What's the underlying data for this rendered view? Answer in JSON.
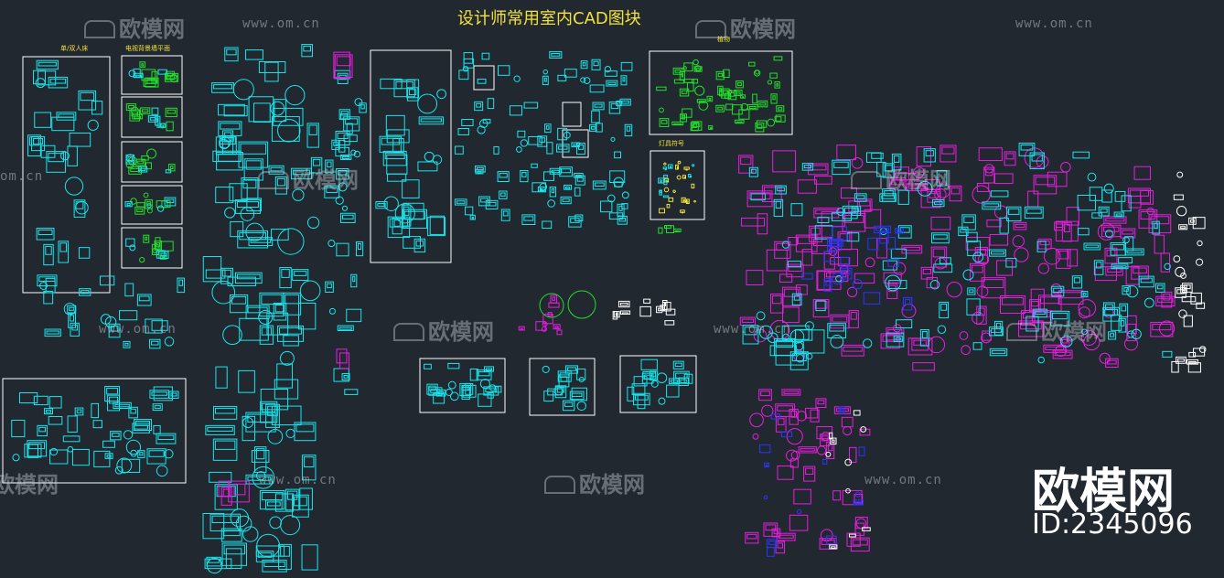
{
  "title": "设计师常用室内CAD图块",
  "labels": {
    "single_double_bed": "单/双人床",
    "tv_wall": "电视背景墙平面",
    "plants": "植物",
    "lighting_symbols": "灯具符号"
  },
  "watermark": {
    "logo_text": "欧模网",
    "site_text": "www.om.cn",
    "site_short": "om.cn",
    "brand_big": "欧模网",
    "brand_id": "ID:2345096"
  },
  "colors": {
    "background": "#212830",
    "cyan": "#19e6ee",
    "magenta": "#e81ee0",
    "green": "#22e02a",
    "blue": "#2a36ff",
    "yellow": "#f2e23a",
    "white": "#ffffff"
  },
  "icons": {
    "watermark_logo": "sofa-icon"
  }
}
